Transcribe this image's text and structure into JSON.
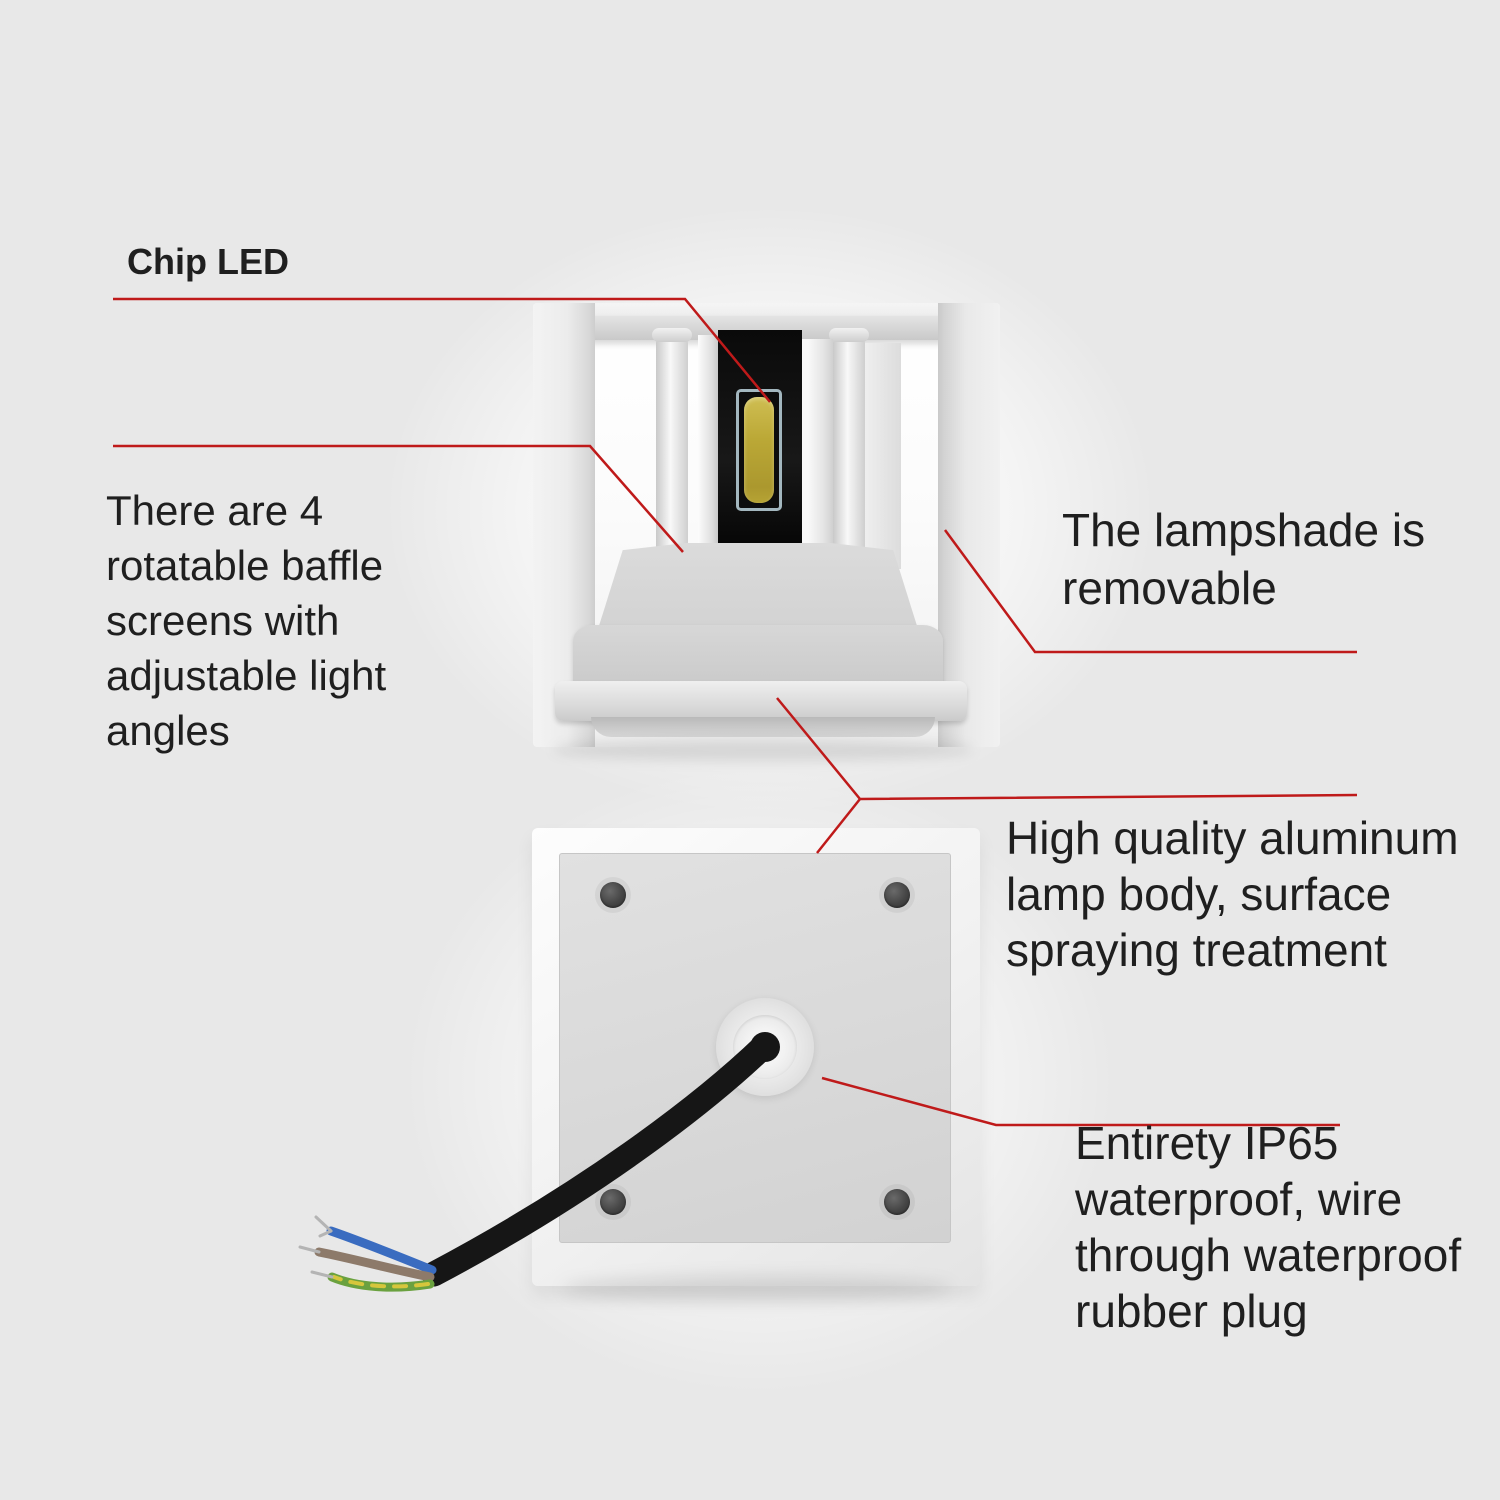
{
  "colors": {
    "background": "#e8e8e8",
    "annotation_red": "#bf1a1a",
    "text": "#1f1f1f",
    "led_chip_yellow": "#bba836",
    "cable_black": "#161616",
    "wire_blue": "#3a6cc0",
    "wire_brown": "#8d7a6a",
    "wire_green": "#6aa13f",
    "wire_yellow": "#d6c63c"
  },
  "labels": {
    "chip_led": {
      "text": "Chip LED"
    },
    "baffle_screens": {
      "lines": [
        "There are 4",
        "rotatable baffle",
        "screens with",
        "adjustable light",
        "angles"
      ]
    },
    "lampshade": {
      "lines": [
        "The lampshade is",
        "removable"
      ]
    },
    "lamp_body": {
      "lines": [
        "High quality aluminum",
        "lamp body, surface",
        "spraying treatment"
      ]
    },
    "waterproof": {
      "lines": [
        "Entirety IP65",
        "waterproof, wire",
        "through waterproof",
        "rubber plug"
      ]
    }
  }
}
